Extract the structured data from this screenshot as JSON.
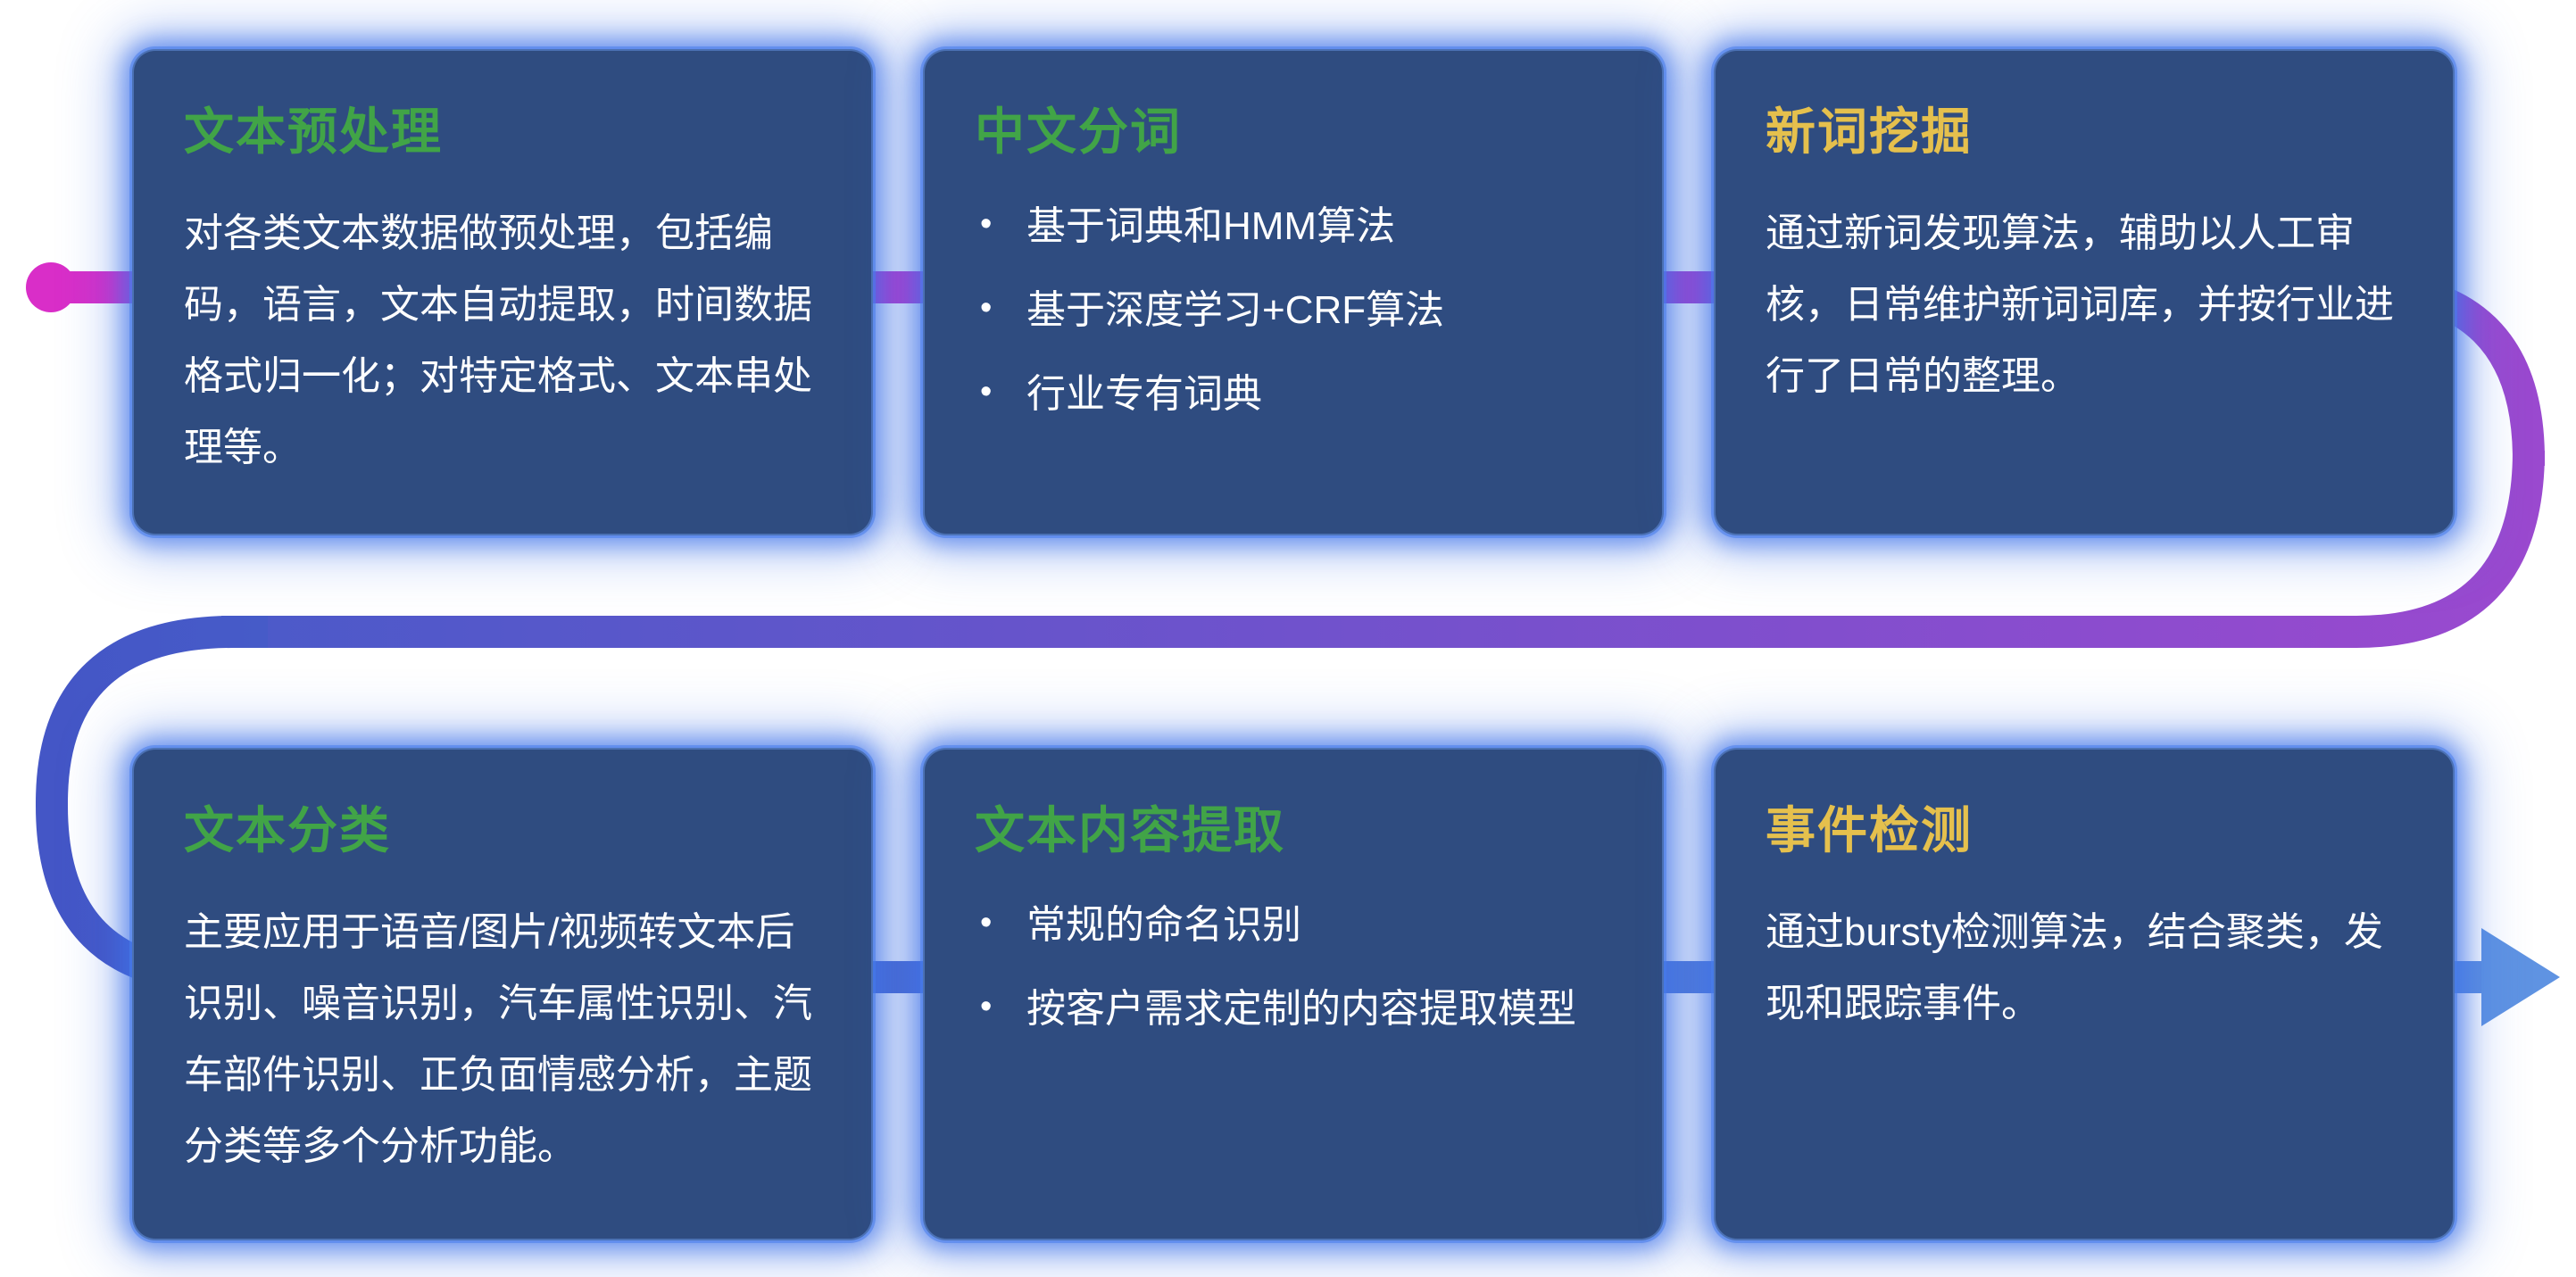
{
  "colors": {
    "card_bg": "#2f4c80",
    "card_glow_blue": "#3e72e6",
    "title_green": "#41a447",
    "title_yellow": "#e5c04d",
    "body_text": "#ffffff",
    "flow_magenta": "#d92ec8",
    "flow_purple": "#9a49cf",
    "flow_blue": "#4456c6",
    "flow_arrow_blue": "#5f93e2"
  },
  "flow": {
    "start_marker": "magenta-dot",
    "end_marker": "blue-right-arrow"
  },
  "cards": [
    {
      "id": "text-preprocessing",
      "title": "文本预处理",
      "title_color": "#41a447",
      "body": "对各类文本数据做预处理，包括编码，语言，文本自动提取，时间数据格式归一化；对特定格式、文本串处理等。"
    },
    {
      "id": "chinese-word-segmentation",
      "title": "中文分词",
      "title_color": "#41a447",
      "bullets": [
        "基于词典和HMM算法",
        "基于深度学习+CRF算法",
        "行业专有词典"
      ]
    },
    {
      "id": "new-word-mining",
      "title": "新词挖掘",
      "title_color": "#e5c04d",
      "body": "通过新词发现算法，辅助以人工审核，日常维护新词词库，并按行业进行了日常的整理。"
    },
    {
      "id": "text-classification",
      "title": "文本分类",
      "title_color": "#41a447",
      "body": "主要应用于语音/图片/视频转文本后识别、噪音识别，汽车属性识别、汽车部件识别、正负面情感分析，主题分类等多个分析功能。"
    },
    {
      "id": "text-content-extraction",
      "title": "文本内容提取",
      "title_color": "#41a447",
      "bullets": [
        "常规的命名识别",
        "按客户需求定制的内容提取模型"
      ]
    },
    {
      "id": "event-detection",
      "title": "事件检测",
      "title_color": "#e5c04d",
      "body": "通过bursty检测算法，结合聚类，发现和跟踪事件。"
    }
  ]
}
